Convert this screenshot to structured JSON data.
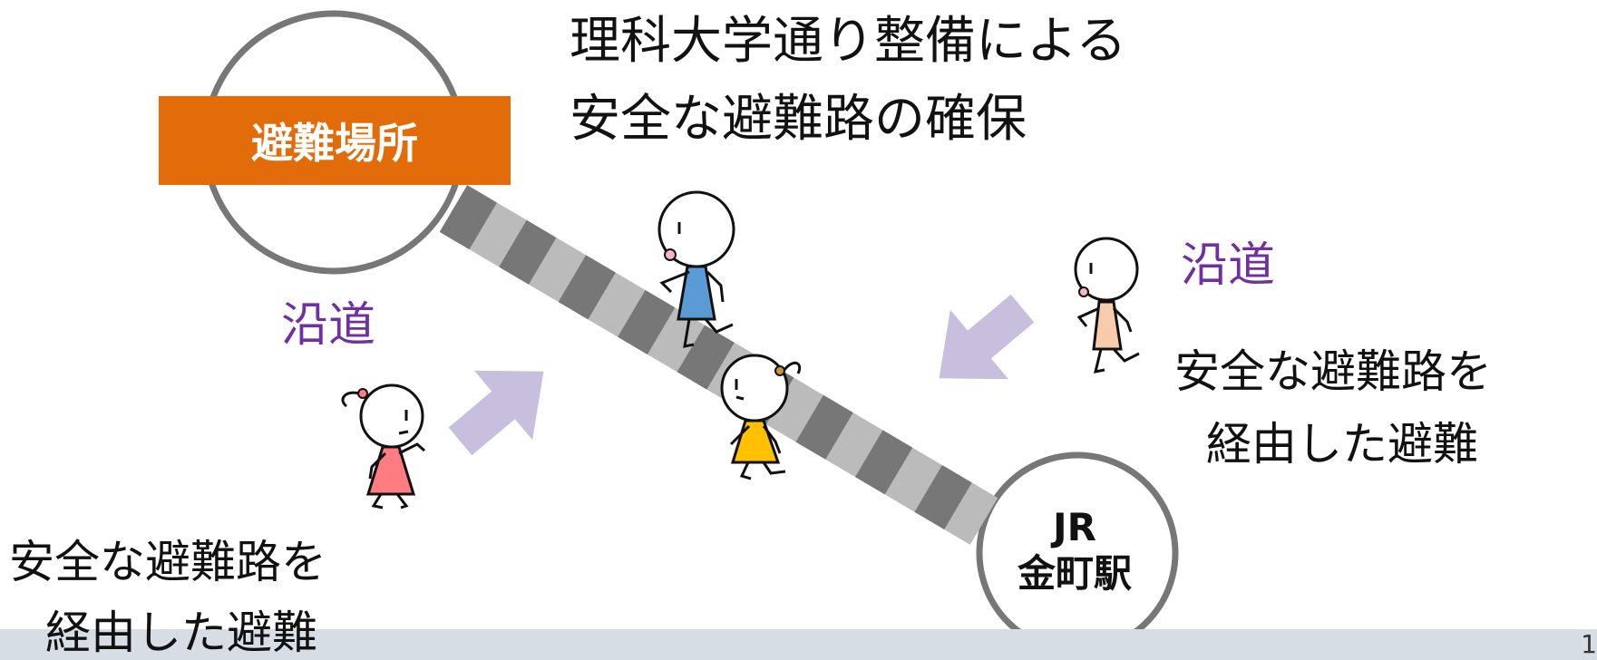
{
  "diagram": {
    "headline_line1": "理科大学通り整備による",
    "headline_line2": "安全な避難路の確保",
    "shelter_label": "避難場所",
    "station_line1": "JR",
    "station_line2": "金町駅",
    "left_roadside_label": "沿道",
    "right_roadside_label": "沿道",
    "left_route_line1": "安全な避難路を",
    "left_route_line2": "経由した避難",
    "right_route_line1": "安全な避難路を",
    "right_route_line2": "経由した避難",
    "page_number": "1"
  },
  "colors": {
    "shelter_box": "#e36c0a",
    "roadside_text": "#7030a0",
    "arrow": "#c8bedd",
    "road_dark": "#777777",
    "road_light": "#bbbbbb",
    "circle_stroke": "#777777",
    "footer_band": "#d7dde5",
    "dress_blue": "#5b9bd5",
    "dress_yellow": "#ffc000",
    "dress_peach": "#f8cbad",
    "dress_pink": "#ff7c80"
  },
  "icons": [
    "shelter-circle",
    "station-circle",
    "evacuation-road",
    "arrow-left-side",
    "arrow-right-side",
    "figure-child-blue",
    "figure-child-yellow",
    "figure-child-peach",
    "figure-child-pink"
  ]
}
